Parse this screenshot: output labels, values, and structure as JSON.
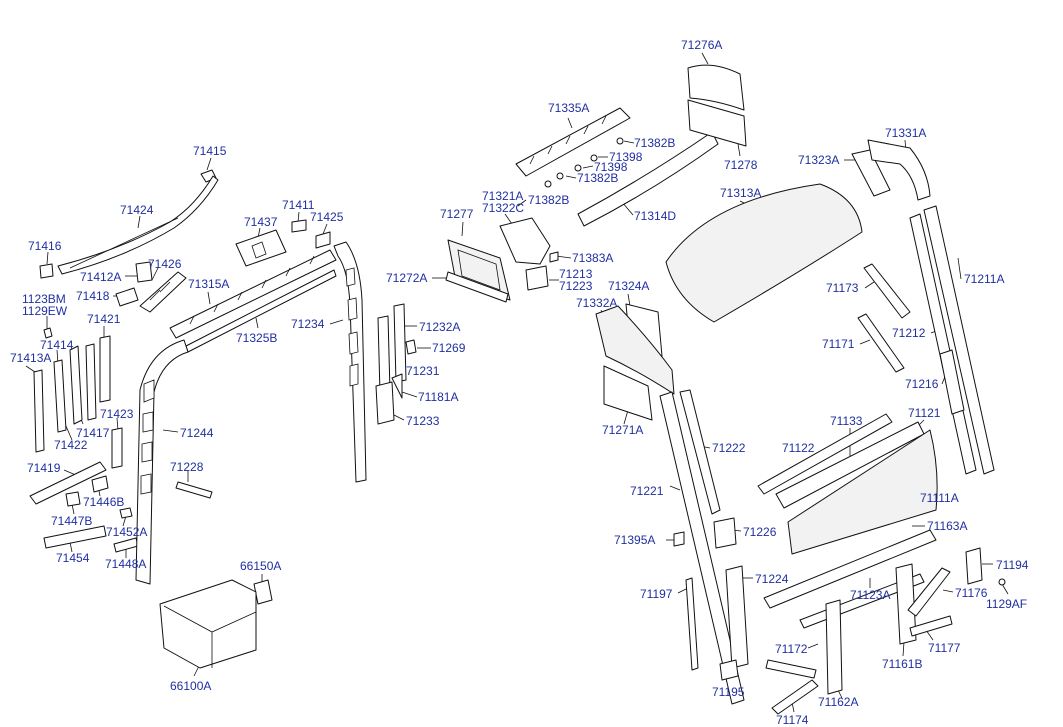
{
  "diagram": {
    "labels": [
      {
        "id": "71415",
        "text": "71415"
      },
      {
        "id": "71424",
        "text": "71424"
      },
      {
        "id": "71416",
        "text": "71416"
      },
      {
        "id": "71412A",
        "text": "71412A"
      },
      {
        "id": "71426",
        "text": "71426"
      },
      {
        "id": "71418",
        "text": "71418"
      },
      {
        "id": "1123BM",
        "text": "1123BM"
      },
      {
        "id": "1129EW",
        "text": "1129EW"
      },
      {
        "id": "71421",
        "text": "71421"
      },
      {
        "id": "71414",
        "text": "71414"
      },
      {
        "id": "71413A",
        "text": "71413A"
      },
      {
        "id": "71417",
        "text": "71417"
      },
      {
        "id": "71422",
        "text": "71422"
      },
      {
        "id": "71419",
        "text": "71419"
      },
      {
        "id": "71446B",
        "text": "71446B"
      },
      {
        "id": "71447B",
        "text": "71447B"
      },
      {
        "id": "71452A",
        "text": "71452A"
      },
      {
        "id": "71454",
        "text": "71454"
      },
      {
        "id": "71448A",
        "text": "71448A"
      },
      {
        "id": "71437",
        "text": "71437"
      },
      {
        "id": "71411",
        "text": "71411"
      },
      {
        "id": "71425",
        "text": "71425"
      },
      {
        "id": "71315A",
        "text": "71315A"
      },
      {
        "id": "71325B",
        "text": "71325B"
      },
      {
        "id": "71234",
        "text": "71234"
      },
      {
        "id": "71423",
        "text": "71423"
      },
      {
        "id": "71244",
        "text": "71244"
      },
      {
        "id": "71228",
        "text": "71228"
      },
      {
        "id": "66150A",
        "text": "66150A"
      },
      {
        "id": "66100A",
        "text": "66100A"
      },
      {
        "id": "71277",
        "text": "71277"
      },
      {
        "id": "71272A",
        "text": "71272A"
      },
      {
        "id": "71232A",
        "text": "71232A"
      },
      {
        "id": "71269",
        "text": "71269"
      },
      {
        "id": "71231",
        "text": "71231"
      },
      {
        "id": "71181A",
        "text": "71181A"
      },
      {
        "id": "71233",
        "text": "71233"
      },
      {
        "id": "71321A",
        "text": "71321A"
      },
      {
        "id": "71322C",
        "text": "71322C"
      },
      {
        "id": "71382B_a",
        "text": "71382B"
      },
      {
        "id": "71383A",
        "text": "71383A"
      },
      {
        "id": "71213",
        "text": "71213"
      },
      {
        "id": "71223",
        "text": "71223"
      },
      {
        "id": "71335A",
        "text": "71335A"
      },
      {
        "id": "71382B_b",
        "text": "71382B"
      },
      {
        "id": "71398_a",
        "text": "71398"
      },
      {
        "id": "71398_b",
        "text": "71398"
      },
      {
        "id": "71382B_c",
        "text": "71382B"
      },
      {
        "id": "71314D",
        "text": "71314D"
      },
      {
        "id": "71276A",
        "text": "71276A"
      },
      {
        "id": "71278",
        "text": "71278"
      },
      {
        "id": "71313A",
        "text": "71313A"
      },
      {
        "id": "71323A",
        "text": "71323A"
      },
      {
        "id": "71331A",
        "text": "71331A"
      },
      {
        "id": "71211A",
        "text": "71211A"
      },
      {
        "id": "71173",
        "text": "71173"
      },
      {
        "id": "71212",
        "text": "71212"
      },
      {
        "id": "71171",
        "text": "71171"
      },
      {
        "id": "71216",
        "text": "71216"
      },
      {
        "id": "71324A",
        "text": "71324A"
      },
      {
        "id": "71332A",
        "text": "71332A"
      },
      {
        "id": "71271A",
        "text": "71271A"
      },
      {
        "id": "71133",
        "text": "71133"
      },
      {
        "id": "71121",
        "text": "71121"
      },
      {
        "id": "71122",
        "text": "71122"
      },
      {
        "id": "71222",
        "text": "71222"
      },
      {
        "id": "71221",
        "text": "71221"
      },
      {
        "id": "71111A",
        "text": "71111A"
      },
      {
        "id": "71395A",
        "text": "71395A"
      },
      {
        "id": "71226",
        "text": "71226"
      },
      {
        "id": "71163A",
        "text": "71163A"
      },
      {
        "id": "71224",
        "text": "71224"
      },
      {
        "id": "71194",
        "text": "71194"
      },
      {
        "id": "71197",
        "text": "71197"
      },
      {
        "id": "71123A",
        "text": "71123A"
      },
      {
        "id": "71176",
        "text": "71176"
      },
      {
        "id": "1129AF",
        "text": "1129AF"
      },
      {
        "id": "71172",
        "text": "71172"
      },
      {
        "id": "71177",
        "text": "71177"
      },
      {
        "id": "71161B",
        "text": "71161B"
      },
      {
        "id": "71195",
        "text": "71195"
      },
      {
        "id": "71162A",
        "text": "71162A"
      },
      {
        "id": "71174",
        "text": "71174"
      }
    ]
  }
}
